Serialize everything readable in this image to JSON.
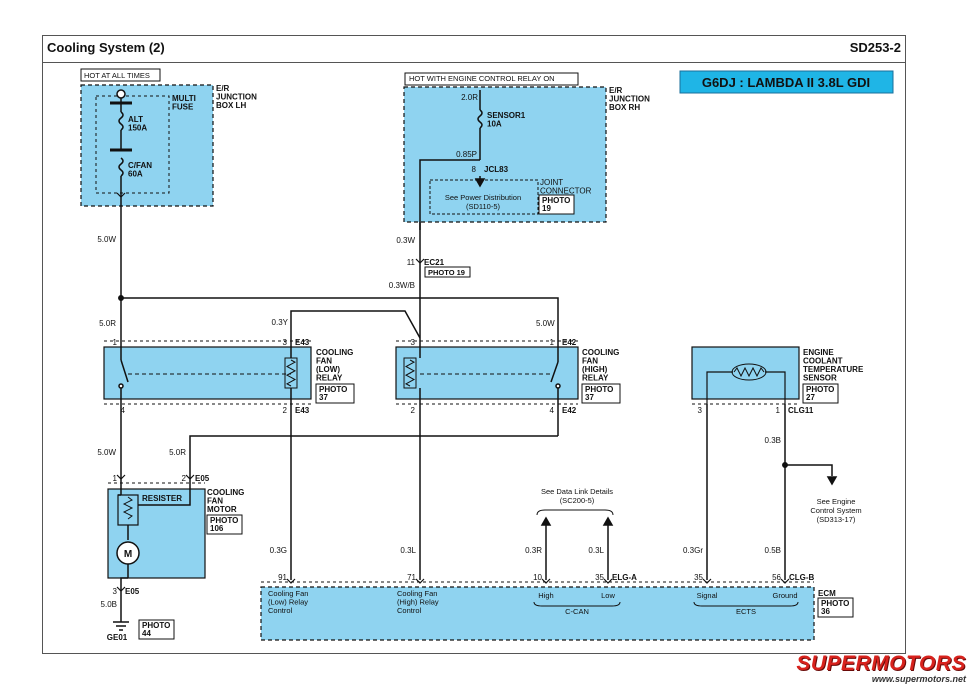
{
  "header": {
    "title": "Cooling System (2)",
    "code": "SD253-2"
  },
  "badge": {
    "text": "G6DJ : LAMBDA II 3.8L GDI",
    "bg": "#1fb5e6"
  },
  "colors": {
    "box_fill": "#8fd3f0",
    "wire": "#111111",
    "logo_red": "#d8221d"
  },
  "jb_lh": {
    "hot": "HOT AT ALL TIMES",
    "name": [
      "E/R",
      "JUNCTION",
      "BOX LH"
    ],
    "multi": [
      "MULTI",
      "FUSE"
    ],
    "fuse1": [
      "ALT",
      "150A"
    ],
    "fuse2": [
      "C/FAN",
      "60A"
    ]
  },
  "jb_rh": {
    "hot": "HOT WITH ENGINE CONTROL RELAY ON",
    "name": [
      "E/R",
      "JUNCTION",
      "BOX RH"
    ],
    "wire_top": "2.0R",
    "fuse": [
      "SENSOR1",
      "10A"
    ],
    "wire_mid": "0.85P",
    "pin": "8",
    "jcl": "JCL83",
    "joint": [
      "JOINT",
      "CONNECTOR"
    ],
    "see": [
      "See Power Distribution",
      "(SD110-5)"
    ],
    "photo": [
      "PHOTO",
      "19"
    ]
  },
  "ec21": {
    "wire_in": "0.3W",
    "pin": "11",
    "name": "EC21",
    "photo": "PHOTO 19",
    "wire_out": "0.3W/B"
  },
  "wires": {
    "w_lh_out": "5.0W",
    "w_low_top": "5.0R",
    "w_low_p3": "0.3Y",
    "w_high_p1": "5.0W",
    "w_low_p4": "5.0W",
    "w_high_p4": "5.0R",
    "w_ecm_91": "0.3G",
    "w_ecm_71": "0.3L",
    "w_can_high": "0.3R",
    "w_can_low": "0.3L",
    "w_ects_sig": "0.3Gr",
    "w_ects_gnd": "0.5B",
    "w_clg_gnd": "0.3B",
    "w_ground": "5.0B"
  },
  "relay_low": {
    "name": [
      "COOLING",
      "FAN",
      "(LOW)",
      "RELAY"
    ],
    "photo": [
      "PHOTO",
      "37"
    ],
    "pins": [
      "1",
      "3",
      "4",
      "2"
    ],
    "conn": "E43"
  },
  "relay_high": {
    "name": [
      "COOLING",
      "FAN",
      "(HIGH)",
      "RELAY"
    ],
    "photo": [
      "PHOTO",
      "37"
    ],
    "pins": [
      "3",
      "1",
      "2",
      "4"
    ],
    "conn": "E42"
  },
  "ects": {
    "name": [
      "ENGINE",
      "COOLANT",
      "TEMPERATURE",
      "SENSOR"
    ],
    "photo": [
      "PHOTO",
      "27"
    ],
    "pins": [
      "3",
      "1"
    ],
    "conn": "CLG11",
    "see": [
      "See Engine",
      "Control System",
      "(SD313-17)"
    ]
  },
  "motor": {
    "name": [
      "COOLING",
      "FAN",
      "MOTOR"
    ],
    "resister": "RESISTER",
    "photo": [
      "PHOTO",
      "106"
    ],
    "pins_top": [
      "1",
      "2"
    ],
    "conn_top": "E05",
    "pin_bottom": "3",
    "conn_bottom": "E05"
  },
  "ground": {
    "name": "GE01",
    "photo": [
      "PHOTO",
      "44"
    ]
  },
  "data_link": {
    "see": [
      "See Data Link Details",
      "(SC200-5)"
    ]
  },
  "ecm": {
    "name": "ECM",
    "photo": [
      "PHOTO",
      "36"
    ],
    "pins": [
      "91",
      "71",
      "10",
      "35",
      "35",
      "56"
    ],
    "conn_mid": "ELG-A",
    "conn_right": "CLG-B",
    "lbl_low_relay": [
      "Cooling Fan",
      "(Low) Relay",
      "Control"
    ],
    "lbl_high_relay": [
      "Cooling Fan",
      "(High) Relay",
      "Control"
    ],
    "can_high": "High",
    "can_low": "Low",
    "can": "C-CAN",
    "signal": "Signal",
    "ground": "Ground",
    "ects": "ECTS"
  },
  "logo": {
    "main": "SUPERMOTORS",
    "url": "www.supermotors.net"
  }
}
